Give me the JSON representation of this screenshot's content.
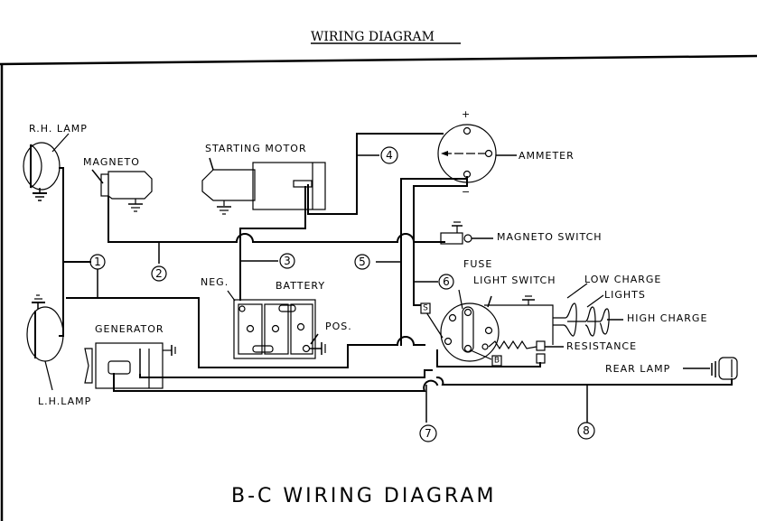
{
  "header": {
    "title": "WIRING DIAGRAM"
  },
  "footer": {
    "caption": "B-C WIRING DIAGRAM"
  },
  "components": {
    "rh_lamp": "R.H. LAMP",
    "lh_lamp": "L.H.LAMP",
    "magneto": "MAGNETO",
    "starting_motor": "STARTING MOTOR",
    "ammeter": "AMMETER",
    "ammeter_plus": "+",
    "ammeter_minus": "−",
    "magneto_switch": "MAGNETO SWITCH",
    "battery": "BATTERY",
    "battery_neg": "NEG.",
    "battery_pos": "POS.",
    "generator": "GENERATOR",
    "fuse": "FUSE",
    "light_switch": "LIGHT SWITCH",
    "low_charge": "LOW CHARGE",
    "lights": "LIGHTS",
    "high_charge": "HIGH CHARGE",
    "resistance": "RESISTANCE",
    "rear_lamp": "REAR LAMP",
    "terminal_s": "S",
    "terminal_b": "B"
  },
  "wire_numbers": [
    "1",
    "2",
    "3",
    "4",
    "5",
    "6",
    "7",
    "8"
  ]
}
